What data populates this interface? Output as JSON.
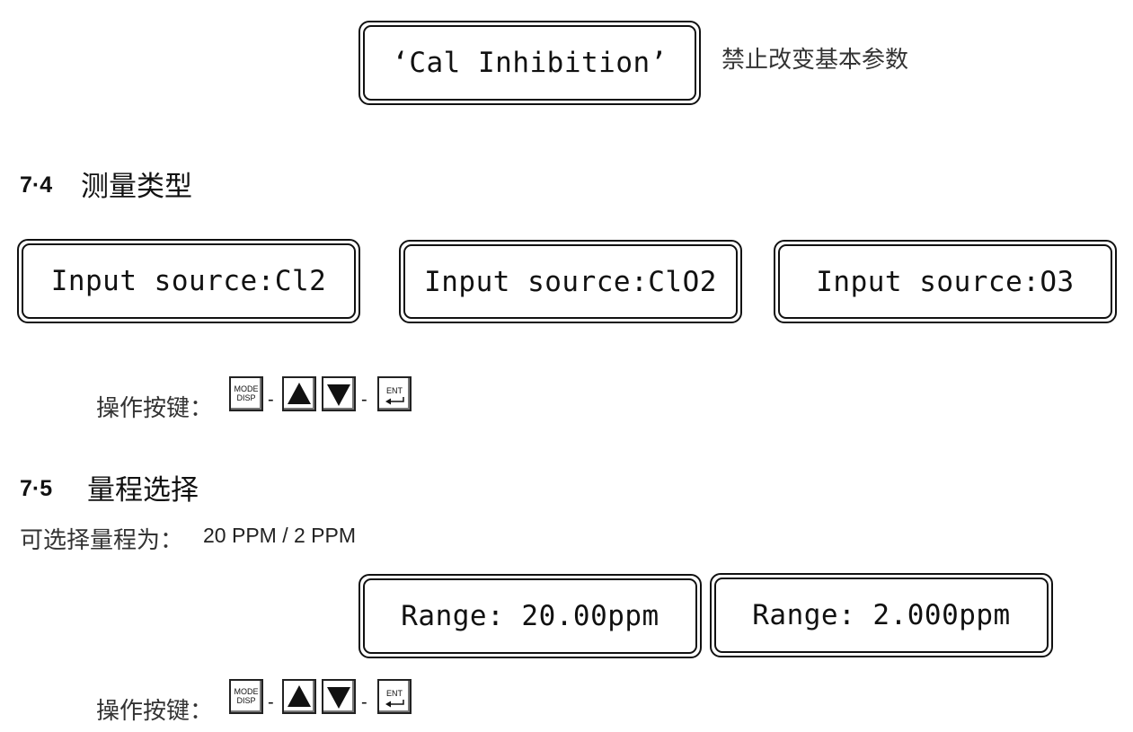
{
  "cal_inhibition": {
    "display": "‘Cal Inhibition’",
    "note": "禁止改变基本参数"
  },
  "section_7_4": {
    "number": "7·4",
    "title": "测量类型",
    "displays": [
      "Input source:Cl2",
      "Input source:ClO2",
      "Input source:O3"
    ],
    "keys_label": "操作按键："
  },
  "section_7_5": {
    "number": "7·5",
    "title": "量程选择",
    "range_label": "可选择量程为：",
    "range_values": "20 PPM / 2 PPM",
    "displays": [
      "Range: 20.00ppm",
      "Range: 2.000ppm"
    ],
    "keys_label": "操作按键："
  },
  "keys": {
    "mode_line1": "MODE",
    "mode_line2": "DISP",
    "ent": "ENT",
    "separator": "-",
    "up_icon": "up-triangle-icon",
    "down_icon": "down-triangle-icon",
    "enter_icon": "enter-arrow-icon"
  }
}
